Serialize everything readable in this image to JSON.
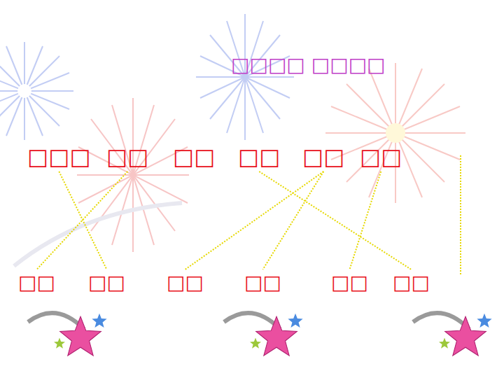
{
  "diagram": {
    "title": "□□□□ □□□□",
    "nodes": [
      {
        "text": [
          "□□□"
        ]
      },
      {
        "text": [
          "□□"
        ]
      },
      {
        "text": [
          "□□"
        ]
      },
      {
        "text": [
          "□□"
        ]
      },
      {
        "text": [
          "□□"
        ]
      },
      {
        "text": [
          "□□"
        ]
      },
      {
        "text": [
          "□□"
        ]
      },
      {
        "text": [
          "□□"
        ]
      },
      {
        "text": [
          "□□"
        ]
      },
      {
        "text": [
          "□□"
        ]
      },
      {
        "text": [
          "□□"
        ]
      },
      {
        "text": [
          "□□"
        ]
      }
    ],
    "edges": [
      {
        "from": 0,
        "to": 7,
        "arrow": "none"
      },
      {
        "from": 1,
        "to": 6,
        "arrow": "none"
      },
      {
        "from": 4,
        "to": 8,
        "arrow": "none"
      },
      {
        "from": 4,
        "to": 9,
        "arrow": "none"
      },
      {
        "from": 3,
        "to": 11,
        "arrow": "none"
      },
      {
        "from": 5,
        "to": 10,
        "arrow": "none"
      }
    ]
  }
}
